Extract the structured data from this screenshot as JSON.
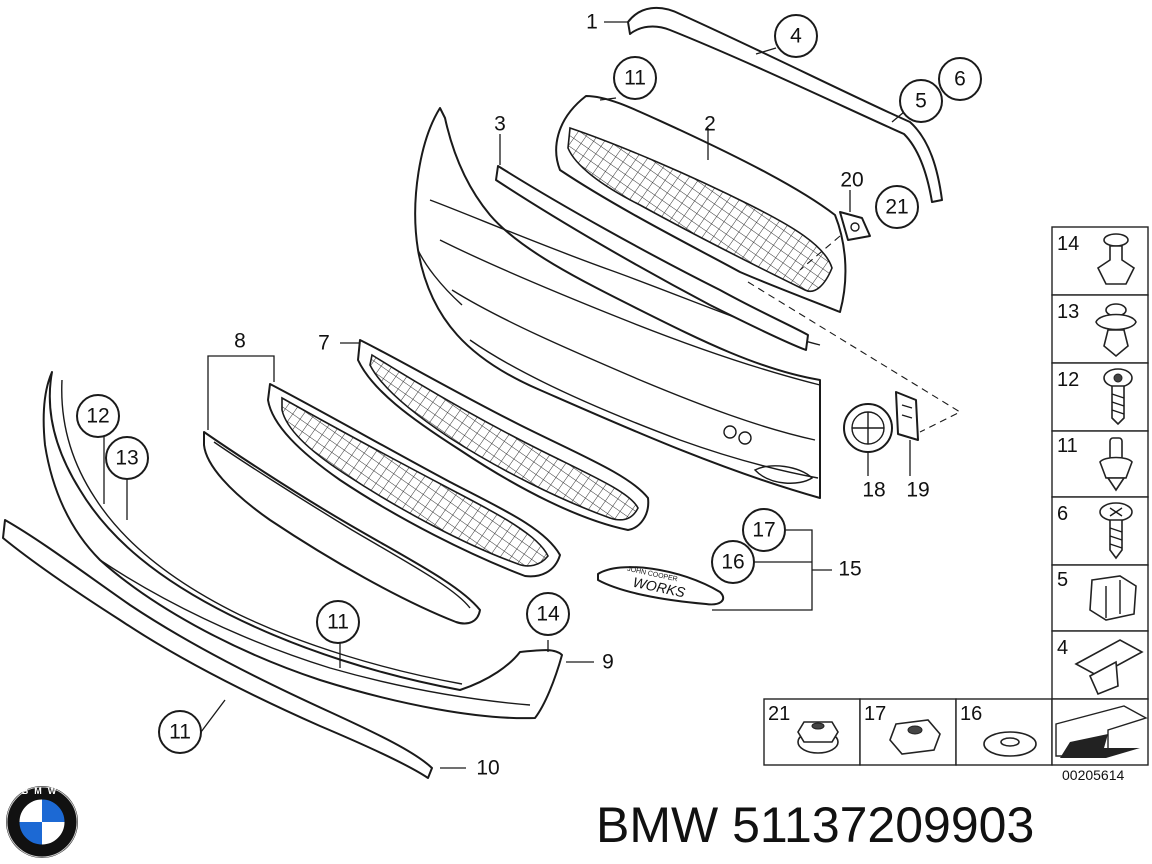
{
  "drawing_number": "00205614",
  "footer": {
    "brand": "BMW",
    "part_number": "51137209903"
  },
  "logo": {
    "text": "BMW",
    "icon": "bmw-roundel-icon",
    "colors": {
      "blue": "#1c69d4",
      "black": "#111111",
      "white": "#ffffff"
    }
  },
  "emblem": {
    "text_top": "JOHN COOPER",
    "text_main": "WORKS"
  },
  "callouts": [
    {
      "id": "c1",
      "label": "1",
      "ring": false
    },
    {
      "id": "c2",
      "label": "2",
      "ring": false
    },
    {
      "id": "c3",
      "label": "3",
      "ring": false
    },
    {
      "id": "c4",
      "label": "4",
      "ring": true
    },
    {
      "id": "c5",
      "label": "5",
      "ring": true
    },
    {
      "id": "c6",
      "label": "6",
      "ring": true
    },
    {
      "id": "c7",
      "label": "7",
      "ring": false
    },
    {
      "id": "c8",
      "label": "8",
      "ring": false
    },
    {
      "id": "c9",
      "label": "9",
      "ring": false
    },
    {
      "id": "c10",
      "label": "10",
      "ring": false
    },
    {
      "id": "c11a",
      "label": "11",
      "ring": true
    },
    {
      "id": "c11b",
      "label": "11",
      "ring": true
    },
    {
      "id": "c11c",
      "label": "11",
      "ring": true
    },
    {
      "id": "c12",
      "label": "12",
      "ring": true
    },
    {
      "id": "c13",
      "label": "13",
      "ring": true
    },
    {
      "id": "c14",
      "label": "14",
      "ring": true
    },
    {
      "id": "c15",
      "label": "15",
      "ring": false
    },
    {
      "id": "c16",
      "label": "16",
      "ring": true
    },
    {
      "id": "c17",
      "label": "17",
      "ring": true
    },
    {
      "id": "c18",
      "label": "18",
      "ring": false
    },
    {
      "id": "c19",
      "label": "19",
      "ring": false
    },
    {
      "id": "c20",
      "label": "20",
      "ring": false
    },
    {
      "id": "c21",
      "label": "21",
      "ring": true
    }
  ],
  "hardware_column": [
    "14",
    "13",
    "12",
    "11",
    "6",
    "5",
    "4"
  ],
  "hardware_row": [
    "21",
    "17",
    "16"
  ]
}
